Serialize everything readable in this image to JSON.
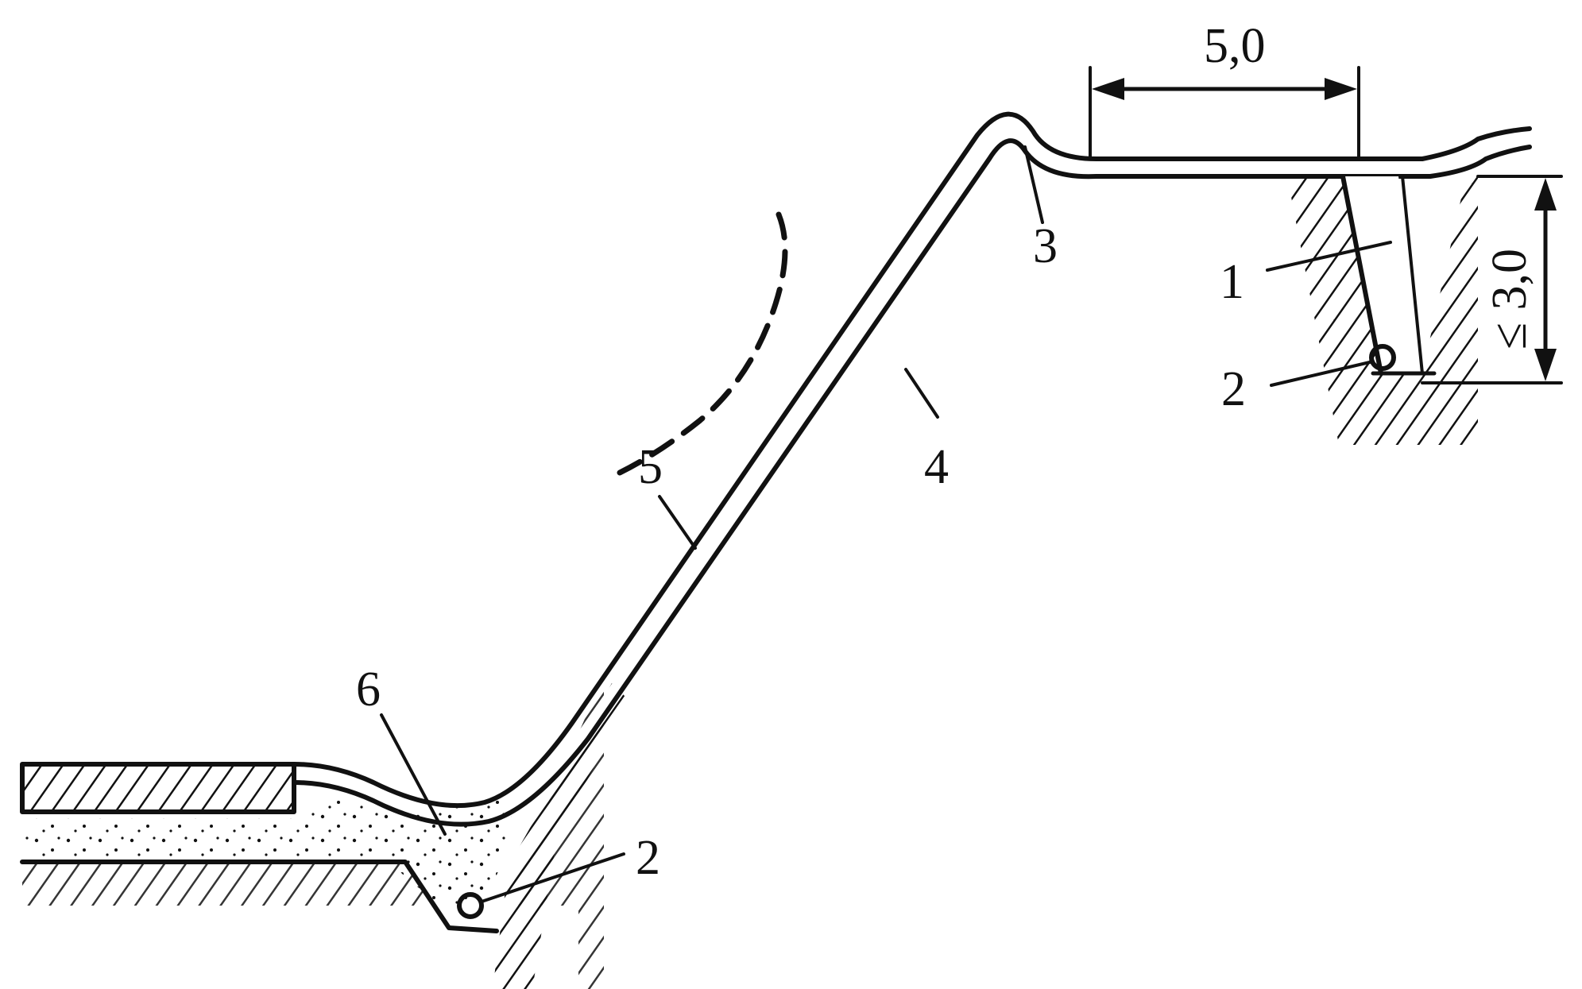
{
  "diagram": {
    "labels": {
      "l1": "1",
      "l2a": "2",
      "l2b": "2",
      "l3": "3",
      "l4": "4",
      "l5": "5",
      "l6": "6"
    },
    "dimensions": {
      "width": "5,0",
      "depth": "≤ 3,0"
    },
    "colors": {
      "ink": "#111111",
      "background": "#ffffff"
    }
  }
}
